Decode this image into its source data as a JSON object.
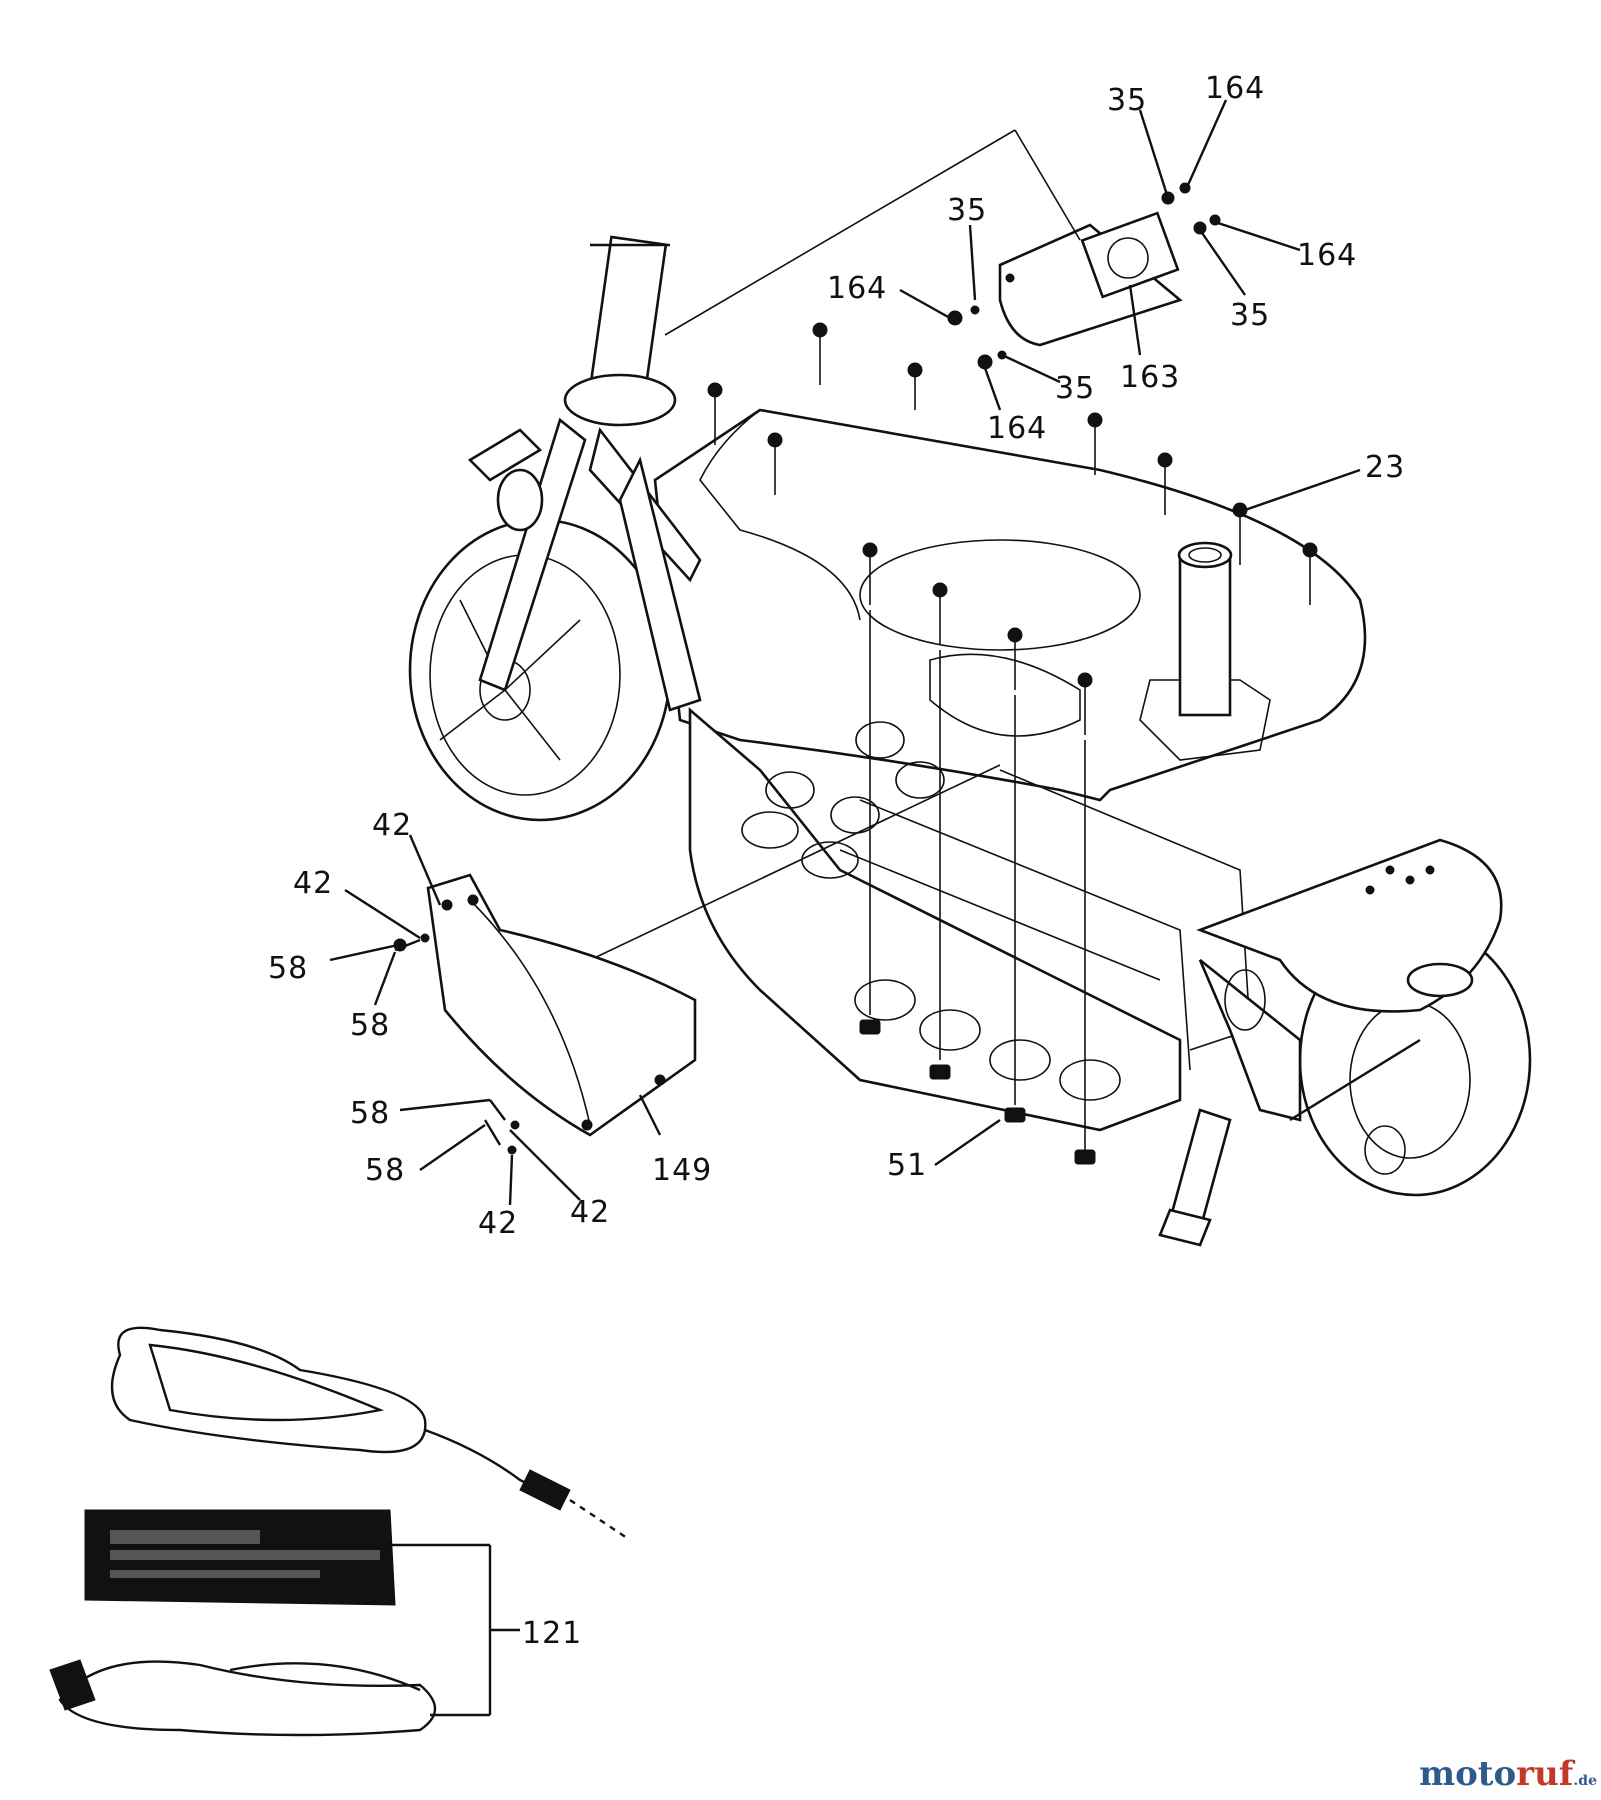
{
  "callouts": [
    {
      "id": "c1",
      "text": "164"
    },
    {
      "id": "c2",
      "text": "35"
    },
    {
      "id": "c3",
      "text": "35"
    },
    {
      "id": "c4",
      "text": "164"
    },
    {
      "id": "c5",
      "text": "164"
    },
    {
      "id": "c6",
      "text": "35"
    },
    {
      "id": "c7",
      "text": "35"
    },
    {
      "id": "c8",
      "text": "163"
    },
    {
      "id": "c9",
      "text": "164"
    },
    {
      "id": "c10",
      "text": "23"
    },
    {
      "id": "c11",
      "text": "42"
    },
    {
      "id": "c12",
      "text": "42"
    },
    {
      "id": "c13",
      "text": "58"
    },
    {
      "id": "c14",
      "text": "58"
    },
    {
      "id": "c15",
      "text": "58"
    },
    {
      "id": "c16",
      "text": "58"
    },
    {
      "id": "c17",
      "text": "149"
    },
    {
      "id": "c18",
      "text": "42"
    },
    {
      "id": "c19",
      "text": "42"
    },
    {
      "id": "c20",
      "text": "51"
    },
    {
      "id": "c21",
      "text": "121"
    }
  ],
  "watermark": {
    "part1": "moto",
    "part2": "ruf",
    "part3": ".de"
  }
}
